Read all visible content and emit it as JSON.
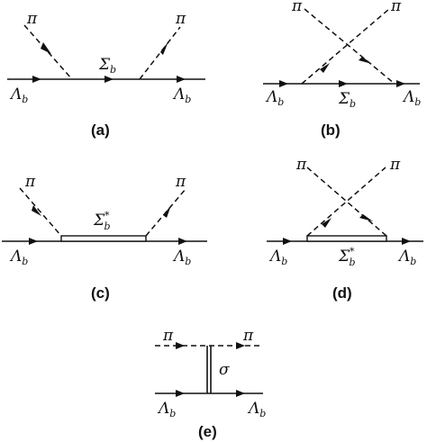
{
  "labels": {
    "pion": "π",
    "lambda": "Λ",
    "lambda_sub": "b",
    "sigma": "Σ",
    "sigma_sub": "b",
    "sigma_star_sub": "b",
    "sigma_star_sup": "*",
    "sigma_meson": "σ"
  },
  "captions": {
    "a": "(a)",
    "b": "(b)",
    "c": "(c)",
    "d": "(d)",
    "e": "(e)"
  }
}
